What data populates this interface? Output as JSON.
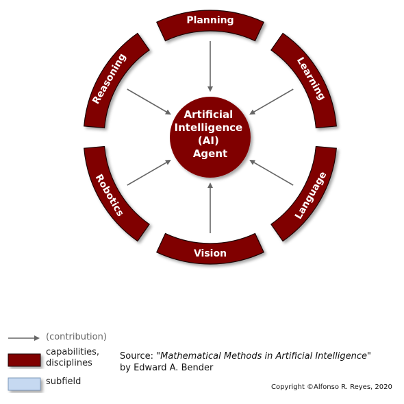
{
  "center": {
    "lines": [
      "Artificial",
      "Intelligence",
      "(AI)",
      "Agent"
    ],
    "color": "#800000"
  },
  "segments": [
    {
      "label": "Planning",
      "mid_angle": 90
    },
    {
      "label": "Learning",
      "mid_angle": 30
    },
    {
      "label": "Language",
      "mid_angle": -30
    },
    {
      "label": "Vision",
      "mid_angle": -90
    },
    {
      "label": "Robotics",
      "mid_angle": -150
    },
    {
      "label": "Reasoning",
      "mid_angle": 150
    }
  ],
  "colors": {
    "segment_fill": "#800000",
    "segment_stroke": "#1a0000",
    "arrow": "#666666",
    "subfield_fill": "#c6d9f1",
    "subfield_stroke": "#7f99bb"
  },
  "legend": {
    "contribution": "(contribution)",
    "capabilities_line1": "capabilities,",
    "capabilities_line2": "disciplines",
    "subfield": "subfield"
  },
  "source": {
    "prefix": "Source: ",
    "title": "\"Mathematical Methods in Artificial Intelligence\"",
    "author": "by Edward A. Bender"
  },
  "copyright": {
    "text": "Copyright ©Alfonso R. Reyes, 2020"
  }
}
